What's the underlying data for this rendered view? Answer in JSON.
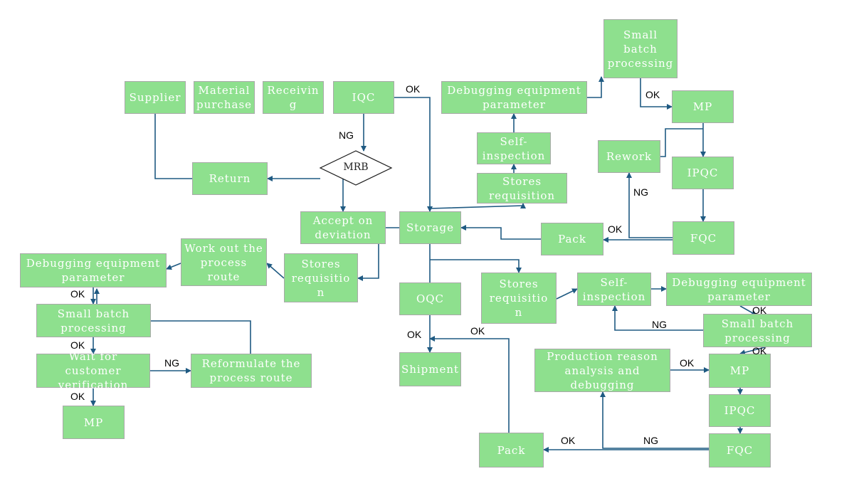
{
  "nodes": {
    "supplier": "Supplier",
    "material_purchase": "Material\npurchase",
    "receiving": "Receivin\ng",
    "iqc_top": "IQC",
    "mrb": "MRB",
    "return": "Return",
    "accept_on_deviation": "Accept on\ndeviation",
    "storage": "Storage",
    "stores_req_top": "Stores\nrequisition",
    "self_insp_top": "Self-\ninspection",
    "debug_top": "Debugging equipment\nparameter",
    "small_batch_top": "Small\nbatch\nprocessing",
    "mp_top": "MP",
    "rework": "Rework",
    "ipqc_top": "IPQC",
    "fqc_top": "FQC",
    "pack_top": "Pack",
    "debug_left": "Debugging equipment\nparameter",
    "work_out_route": "Work out the\nprocess\nroute",
    "stores_req_left": "Stores\nrequisitio\nn",
    "small_batch_left": "Small batch\nprocessing",
    "wait_customer": "Wait for customer\nverification",
    "reformulate": "Reformulate the\nprocess route",
    "mp_left": "MP",
    "oqc": "OQC",
    "shipment": "Shipment",
    "stores_req_br": "Stores\nrequisitio\nn",
    "self_insp_br": "Self-\ninspection",
    "debug_br": "Debugging equipment\nparameter",
    "small_batch_br": "Small batch\nprocessing",
    "production_reason": "Production reason\nanalysis and\ndebugging",
    "mp_br": "MP",
    "ipqc_br": "IPQC",
    "fqc_br": "FQC",
    "pack_br": "Pack"
  },
  "edge_labels": {
    "iqc_ok": "OK",
    "iqc_ng": "NG",
    "small_batch_top_ok": "OK",
    "rework_ng": "NG",
    "pack_top_ok": "OK",
    "debug_left_ok": "OK",
    "small_batch_left_ok": "OK",
    "wait_customer_ng": "NG",
    "wait_customer_ok": "OK",
    "oqc_ok": "OK",
    "pack_br_ok_to_ship": "OK",
    "debug_br_ok": "OK",
    "small_batch_br_ng": "NG",
    "small_batch_br_ok": "OK",
    "production_reason_ok": "OK",
    "fqc_br_ok": "OK",
    "fqc_br_ng": "NG"
  },
  "colors": {
    "node_fill": "#8ee08e",
    "node_border": "#a9a9a9",
    "node_text": "#ffffff",
    "connector": "#1f5a82"
  }
}
